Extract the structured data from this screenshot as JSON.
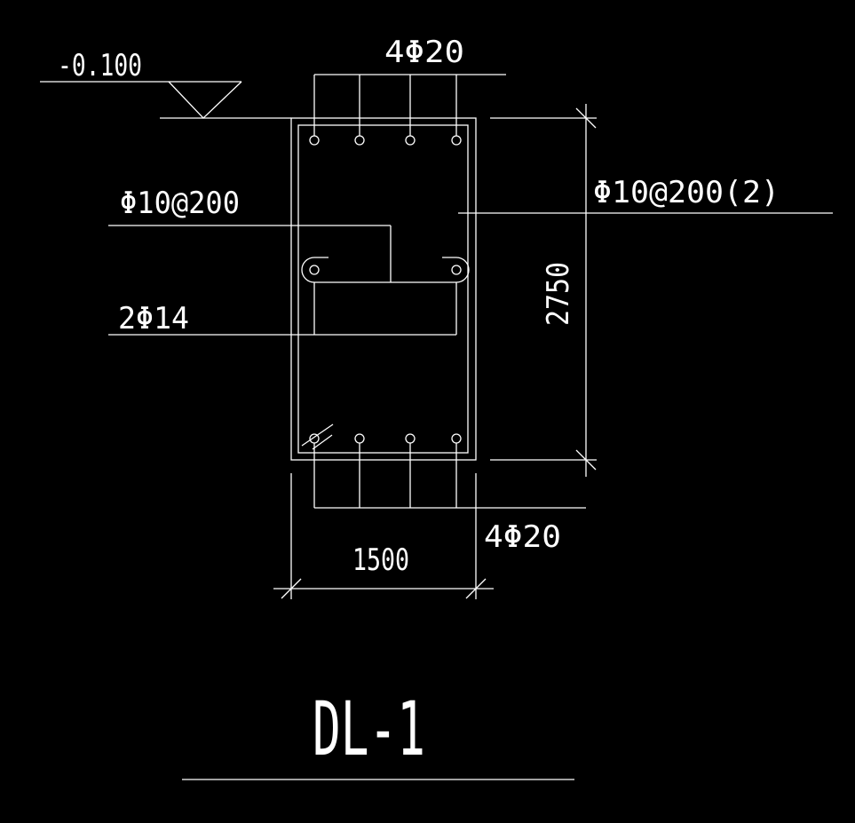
{
  "drawing": {
    "background": "#000000",
    "line_color": "#ffffff",
    "title": "DL-1",
    "elevation": "-0.100",
    "top_bars": "4Φ20",
    "bottom_bars": "4Φ20",
    "stirrup_label": "Φ10@200",
    "stirrup_right_label": "Φ10@200(2)",
    "side_bars": "2Φ14",
    "dim_height": "2750",
    "dim_width": "1500"
  }
}
